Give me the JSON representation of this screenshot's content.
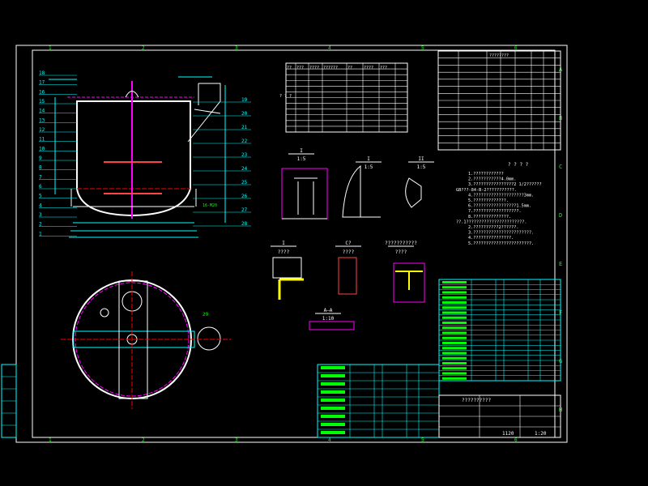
{
  "colors": {
    "background": "#000000",
    "frame": "#ffffff",
    "dimension": "#00ffff",
    "label": "#00ff00",
    "centerline": "#ff0000",
    "hidden": "#ff00ff",
    "weld": "#ffff00"
  },
  "frame": {
    "columns": [
      "1",
      "2",
      "3",
      "4",
      "5",
      "6"
    ],
    "rows": [
      "A",
      "B",
      "C",
      "D",
      "E",
      "F",
      "G",
      "H"
    ]
  },
  "elevation": {
    "part_numbers_left": [
      "18",
      "17",
      "16",
      "15",
      "14",
      "13",
      "12",
      "11",
      "10",
      "9",
      "8",
      "7",
      "6",
      "5",
      "4",
      "3",
      "2",
      "1"
    ],
    "part_numbers_right": [
      "19",
      "20",
      "21",
      "22",
      "23",
      "24",
      "25",
      "26",
      "27",
      "28"
    ],
    "nozzle_note": "16-M20"
  },
  "plan": {
    "callout": "29"
  },
  "details": [
    {
      "title": "I",
      "scale": "1:5"
    },
    {
      "title": "I",
      "scale": "1:5"
    },
    {
      "title": "II",
      "scale": "1:5"
    },
    {
      "title": "I",
      "scale": "????"
    },
    {
      "title": "C?",
      "scale": "????"
    },
    {
      "title": "???????????",
      "scale": "????"
    },
    {
      "title": "A—A",
      "scale": "1:10"
    }
  ],
  "nozzle_table": {
    "header": [
      "??",
      "???",
      "????",
      "??????",
      "??",
      "????",
      "???"
    ],
    "side_label": "? ? ?",
    "rows": 11
  },
  "spec_table": {
    "title": "????????",
    "rows": 14
  },
  "notes": {
    "title": "? ? ? ?",
    "lines": [
      "1.????????????",
      "2.???????????4.0mm.",
      "3.????????????????2 1/2??????",
      "GB???-84-B-2???????????.",
      "4.????????????????????3mm.",
      "5.?????????????.",
      "6.?????????????????1.5mm.",
      "7.??????????????????.",
      "8.??????????????.",
      "??.1???????????????????????.",
      "2.??????????2??????.",
      "3.???????????????????????.",
      "4.???????????????.",
      "5.???????????????????????."
    ]
  },
  "parts_list": {
    "rows": 20
  },
  "bottom_parts": {
    "rows": 9
  },
  "title_block": {
    "heading": "??????????",
    "scale": "1:20",
    "sheet": "1120"
  }
}
